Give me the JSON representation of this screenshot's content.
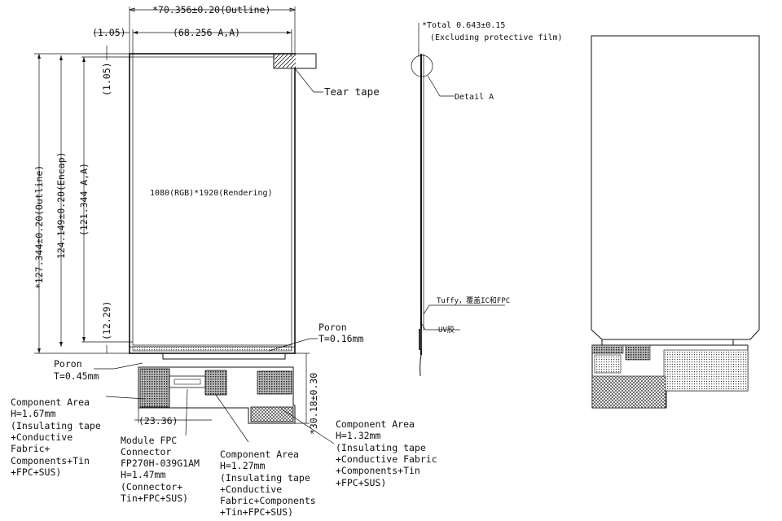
{
  "front_view": {
    "outline_width": "*70.356±0.20(Outline)",
    "aa_width": "(68.256 A,A)",
    "left_offset": "(1.05)",
    "top_offset": "(1.05)",
    "outline_height": "*127.344±0.20(Outline)",
    "encap_height": "124.149±0.20(Encap)",
    "aa_height": "(121.344 A,A)",
    "bottom_offset": "(12.29)",
    "resolution": "1080(RGB)*1920(Rendering)",
    "tear_tape": "Tear tape",
    "poron_right": [
      "Poron",
      "T=0.16mm"
    ],
    "poron_left": [
      "Poron",
      "T=0.45mm"
    ],
    "fpc_length": "*30.18±0.30",
    "fpc_offset": "(23.36)",
    "component_left": [
      "Component Area",
      "H=1.67mm",
      "(Insulating tape",
      "+Conductive",
      "Fabric+",
      "Components+Tin",
      "+FPC+SUS)"
    ],
    "connector": [
      "Module FPC",
      "Connector",
      "FP270H-039G1AM",
      "H=1.47mm",
      "(Connector+",
      "Tin+FPC+SUS)"
    ],
    "component_mid": [
      "Component Area",
      "H=1.27mm",
      "(Insulating tape",
      "+Conductive",
      "Fabric+Components",
      "+Tin+FPC+SUS)"
    ],
    "component_right": [
      "Component Area",
      "H=1.32mm",
      "(Insulating tape",
      "+Conductive Fabric",
      "+Components+Tin",
      "+FPC+SUS)"
    ]
  },
  "side_view": {
    "total": "*Total 0.643±0.15",
    "excluding": "(Excluding protective film)",
    "detail": "Detail A",
    "tuffy": "Tuffy，覆盖IC和FPC",
    "uv": "UV胶"
  }
}
